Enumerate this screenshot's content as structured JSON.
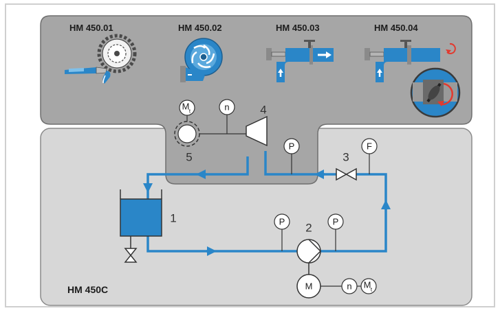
{
  "modules": [
    {
      "label": "HM 450.01",
      "icon": "pelton-turbine-icon"
    },
    {
      "label": "HM 450.02",
      "icon": "francis-turbine-icon"
    },
    {
      "label": "HM 450.03",
      "icon": "axial-turbine-icon"
    },
    {
      "label": "HM 450.04",
      "icon": "kaplan-turbine-icon"
    }
  ],
  "model": "HM 450C",
  "components": {
    "tank": "1",
    "pump": "2",
    "valve": "3",
    "turbine": "4",
    "generator": "5"
  },
  "instruments": {
    "torque_top": "M",
    "torque_top_sub": "t",
    "speed_top": "n",
    "pressure_turbine": "P",
    "flow": "F",
    "pressure_pump_in": "P",
    "pressure_pump_out": "P",
    "motor": "M",
    "speed_motor": "n",
    "torque_motor": "M",
    "torque_motor_sub": "t"
  },
  "colors": {
    "water": "#2a86c8",
    "panel_dark": "#a6a6a6",
    "panel_light": "#d7d7d7",
    "outline": "#555555"
  }
}
